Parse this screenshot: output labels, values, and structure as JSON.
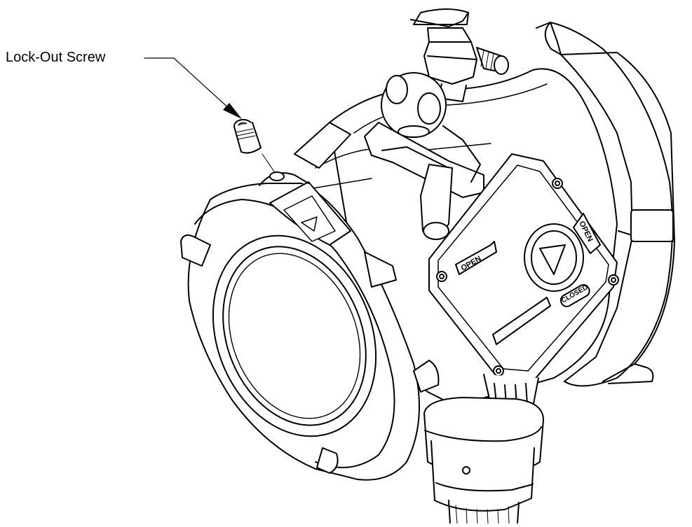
{
  "callout": {
    "label": "Lock-Out Screw"
  },
  "dial": {
    "open_label": "OPEN",
    "closed_label": "CLOSED"
  },
  "body": {
    "arrow_label": "OPEN"
  },
  "colors": {
    "line": "#000000",
    "background": "#ffffff",
    "shade": "#e6e6e6"
  }
}
